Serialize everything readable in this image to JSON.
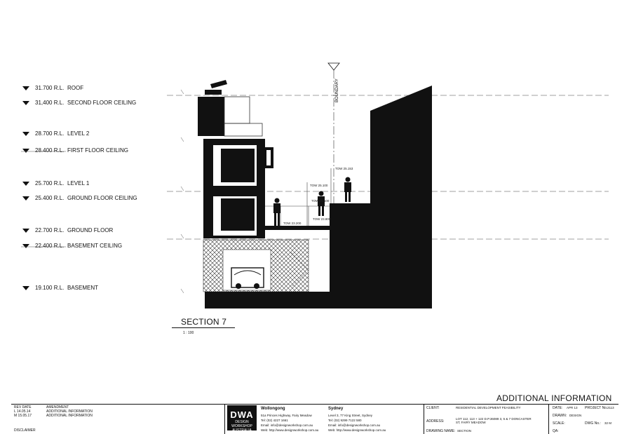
{
  "levels": [
    {
      "rl": "31.700 R.L.",
      "name": "ROOF"
    },
    {
      "rl": "31,400 R.L.",
      "name": "SECOND FLOOR CEILING"
    },
    {
      "rl": "28.700 R.L.",
      "name": "LEVEL 2"
    },
    {
      "rl": "28.400 R.L.",
      "name": "FIRST FLOOR CEILING"
    },
    {
      "rl": "25.700 R.L.",
      "name": "LEVEL 1"
    },
    {
      "rl": "25.400 R.L.",
      "name": "GROUND FLOOR CEILING"
    },
    {
      "rl": "22.700 R.L.",
      "name": "GROUND FLOOR"
    },
    {
      "rl": "22.400 R.L.",
      "name": "BASEMENT CEILING"
    },
    {
      "rl": "19.100 R.L.",
      "name": "BASEMENT"
    }
  ],
  "drawing": {
    "boundary_label": "BOUNDARY",
    "dim_labels": [
      "TOW 25.153",
      "TOW 25.100",
      "TOW 25.100",
      "TOW 23.800",
      "TOW 23.200"
    ]
  },
  "section": {
    "title": "SECTION 7",
    "scale": "1 : 100"
  },
  "sheet_title": "ADDITIONAL INFORMATION",
  "revisions": [
    {
      "rev": "REV   DATE",
      "desc": "AMENDMENT"
    },
    {
      "rev": "L   14.05.14",
      "desc": "ADDITIONAL INFORMATION"
    },
    {
      "rev": "M   15.05.17",
      "desc": "ADDITIONAL INFORMATION"
    }
  ],
  "disclaimer_label": "DISCLAIMER",
  "logo": {
    "mark": "DWA",
    "line1": "DESIGN",
    "line2": "WORKSHOP",
    "line3": "AUSTRALIA"
  },
  "offices": [
    {
      "name": "Wollongong",
      "lines": [
        "51a Princes Highway, Fairy Meadow",
        "Tel: (02) 4227 1661",
        "Email: info@designworkshop.com.au",
        "Web: http://www.designworkshop.com.au"
      ]
    },
    {
      "name": "Sydney",
      "lines": [
        "Level 3, 77 King Street, Sydney",
        "Tel: (02) 9299 7122 580",
        "Email: info@designworkshop.com.au",
        "Web: http://www.designworkshop.com.au"
      ]
    }
  ],
  "project": {
    "client_label": "CLIENT:",
    "client_value": "RESIDENTIAL DEVELOPMENT FEASIBILITY",
    "address_label": "ADDRESS:",
    "address_value": "LOT 112, 113 + 122 D.P.36089 3, 5 & 7 DONCASTER ST, FAIRY MEADOW",
    "drawing_label": "DRAWING NAME:",
    "drawing_value": "SECTION",
    "date_label": "DATE:",
    "date_value": "APR 13",
    "project_label": "PROJECT No.:",
    "project_value": "2113",
    "drawn_label": "DRAWN:",
    "drawn_value": "DESIGN",
    "scale_label": "SCALE:",
    "dwg_label": "DWG No.:",
    "dwg_value": "32 M",
    "qa_label": "QA:"
  }
}
